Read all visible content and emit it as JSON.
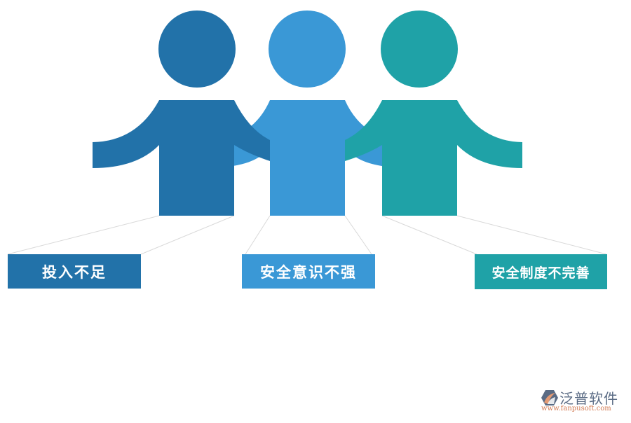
{
  "diagram": {
    "type": "three-person infographic",
    "colors": {
      "person_1": "#2272a9",
      "person_2": "#3a98d6",
      "person_3": "#1fa2a7",
      "connector_line": "#d9d9d9",
      "background": "#ffffff"
    },
    "figures": [
      {
        "id": "person-1",
        "label": "投入不足"
      },
      {
        "id": "person-2",
        "label": "安全意识不强"
      },
      {
        "id": "person-3",
        "label": "安全制度不完善"
      }
    ]
  },
  "watermark": {
    "brand_name": "泛普软件",
    "url": "www.fanpusoft.com",
    "icon": "fanpu-logo-icon"
  }
}
